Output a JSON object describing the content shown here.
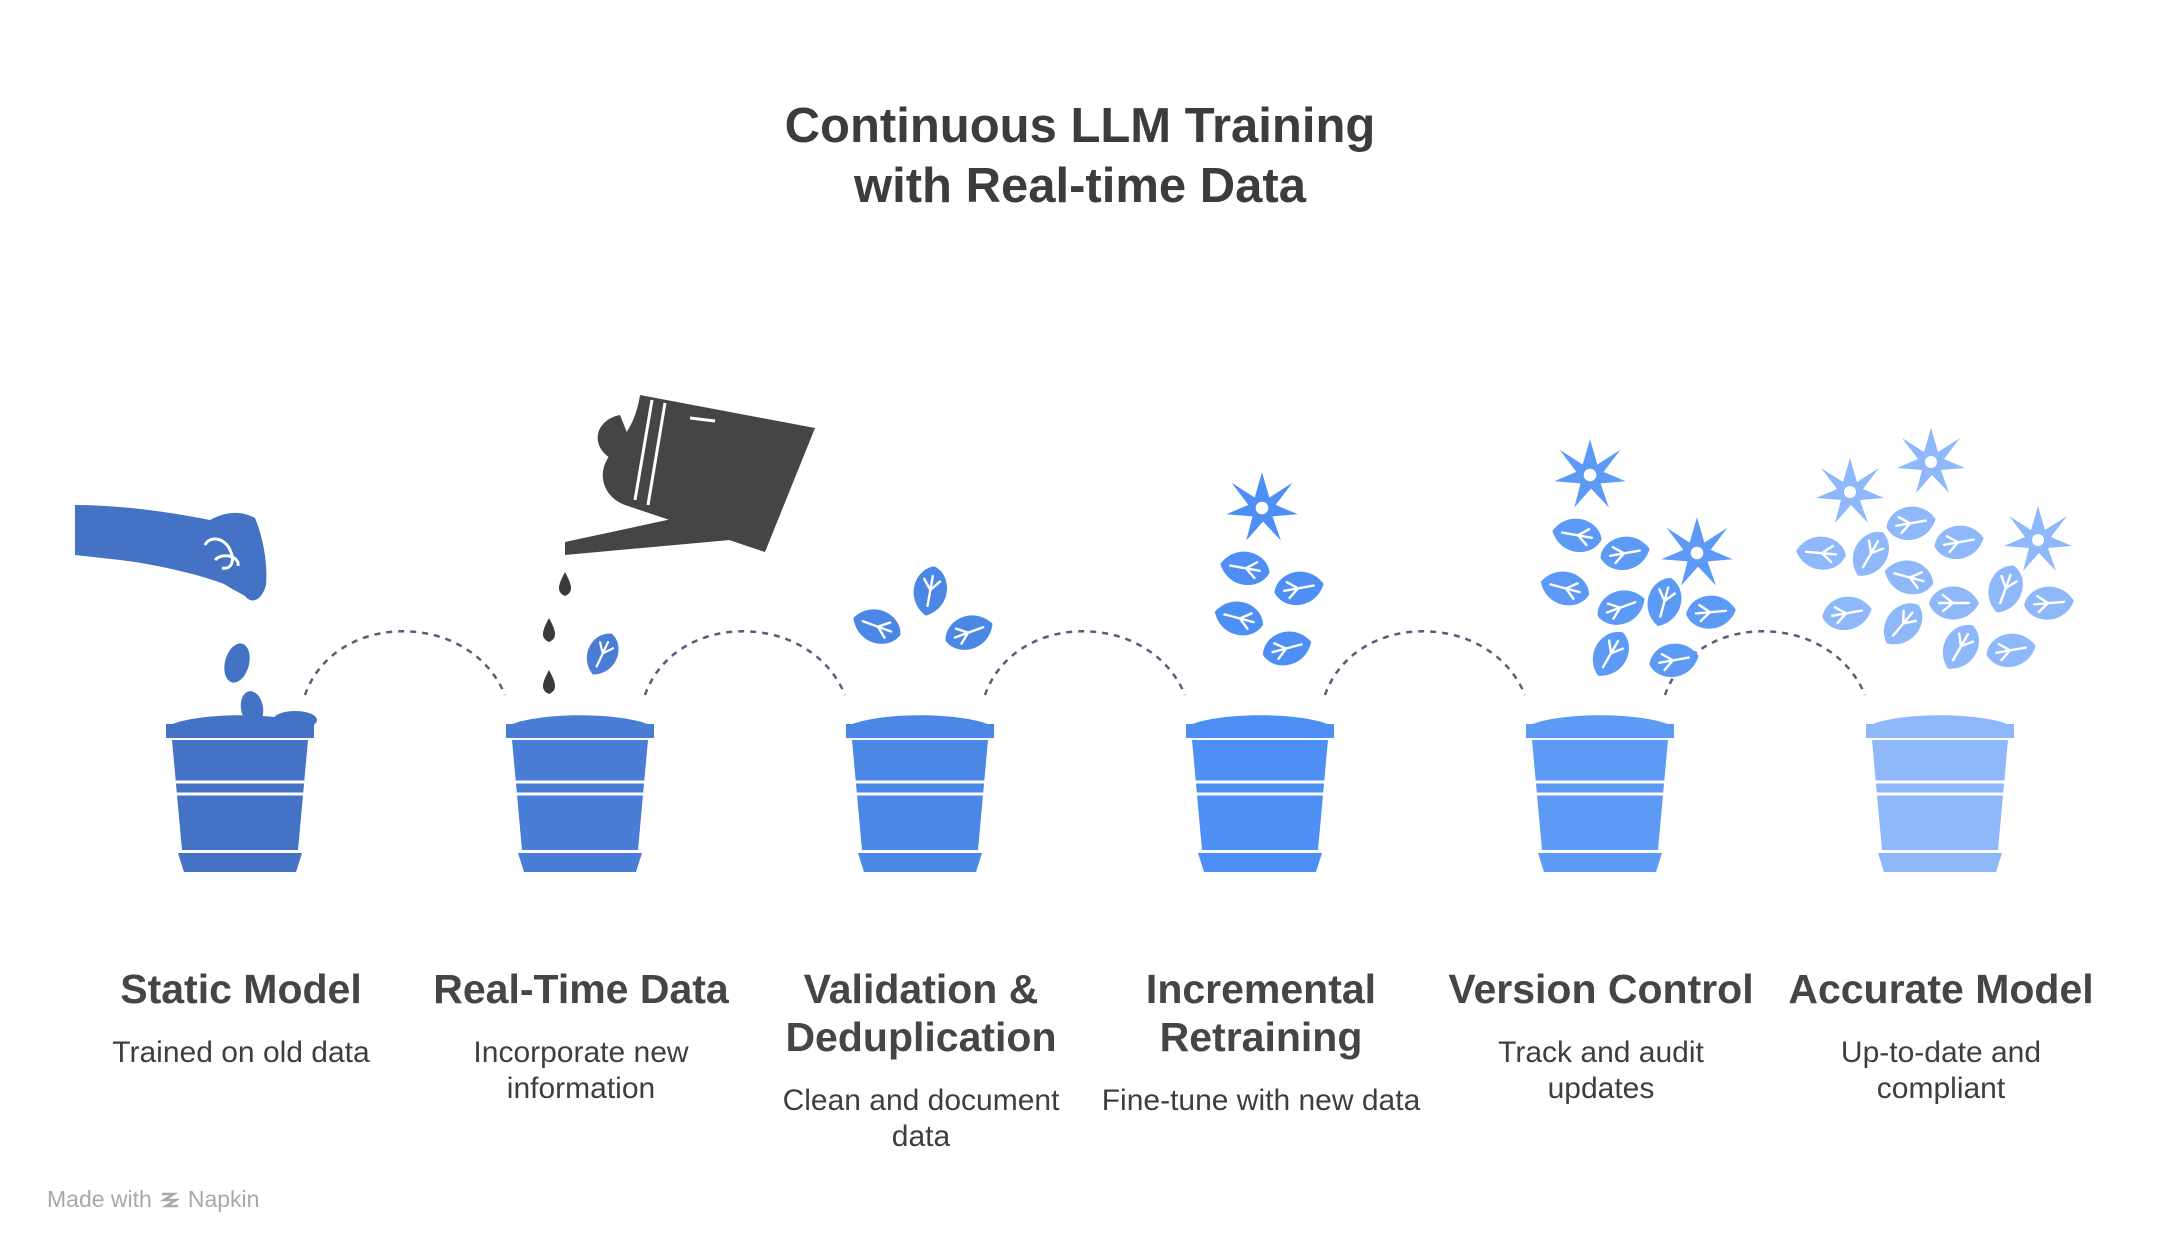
{
  "title": {
    "line1": "Continuous LLM Training",
    "line2": "with Real-time Data"
  },
  "steps": [
    {
      "title": "Static Model",
      "desc": "Trained on old data",
      "pot_color": "#4472c4"
    },
    {
      "title": "Real-Time Data",
      "desc": "Incorporate new information",
      "pot_color": "#4a7ed6"
    },
    {
      "title": "Validation & Deduplication",
      "desc": "Clean and document data",
      "pot_color": "#4b88e6"
    },
    {
      "title": "Incremental Retraining",
      "desc": "Fine-tune with new data",
      "pot_color": "#4d8ff4"
    },
    {
      "title": "Version Control",
      "desc": "Track and audit updates",
      "pot_color": "#5c9af6"
    },
    {
      "title": "Accurate Model",
      "desc": "Up-to-date and compliant",
      "pot_color": "#8fb8fb"
    }
  ],
  "colors": {
    "title": "#3c3c3c",
    "can": "#454545",
    "connector": "#555e7a"
  },
  "footer": {
    "made_with": "Made with",
    "brand": "Napkin"
  }
}
